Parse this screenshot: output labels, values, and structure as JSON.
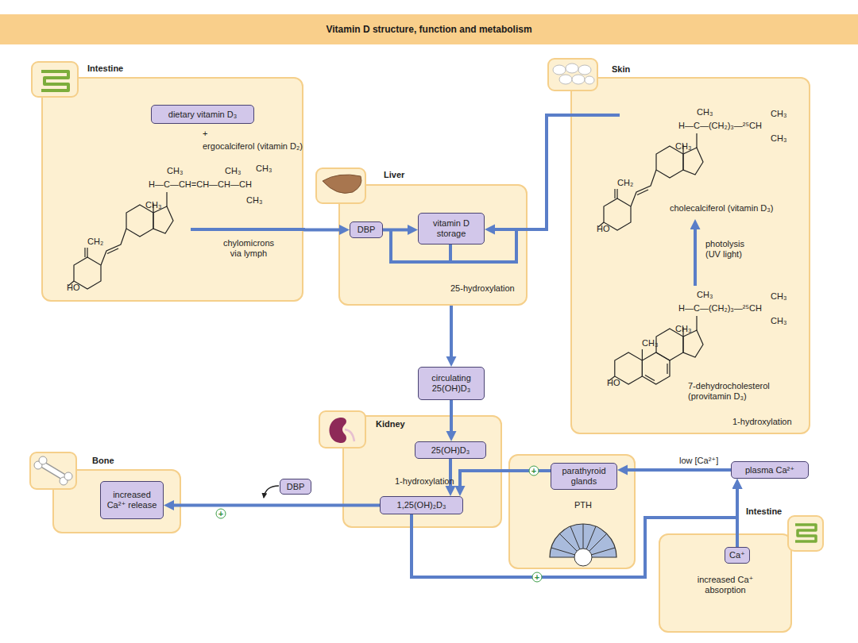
{
  "diagram": {
    "title": "Vitamin D structure, function and metabolism",
    "nodes": [
      {
        "text": [
          "Intestine"
        ]
      },
      {
        "text": [
          "dietary vitamin D₃"
        ],
        "in": 0
      },
      {
        "text": [
          "Liver"
        ]
      },
      {
        "text": [
          "DBP"
        ],
        "in": 2
      },
      {
        "text": [
          "vitamin D storage"
        ],
        "in": 2
      },
      {
        "text": [
          "Skin"
        ]
      },
      {
        "text": [
          "circulating 25(OH)D₃"
        ]
      },
      {
        "text": [
          "Kidney"
        ]
      },
      {
        "text": [
          "25(OH)D₃"
        ],
        "in": 7
      },
      {
        "text": [
          "1,25(OH)₂D₃"
        ],
        "in": 7
      },
      {
        "text": [
          "Bone"
        ]
      },
      {
        "text": [
          "increased Ca²⁺ release"
        ],
        "in": 10
      },
      {
        "text": [
          "DBP"
        ]
      },
      {
        "text": [
          "PTH"
        ]
      },
      {
        "text": [
          "parathyroid glands"
        ],
        "in": 13
      },
      {
        "text": [
          "plasma Ca²⁺"
        ]
      },
      {
        "text": [
          "Intestine",
          "increased Ca⁺ absorption"
        ]
      },
      {
        "text": [
          "Ca⁺"
        ],
        "in": 16
      }
    ],
    "edges": [
      {
        "from": 0,
        "to": 3,
        "arrow": "to",
        "label": "chylomicrons via lymph"
      },
      {
        "from": 3,
        "to": 4,
        "arrow": "to"
      },
      {
        "from": 5,
        "to": 4,
        "arrow": "to"
      },
      {
        "from": 2,
        "to": 6,
        "arrow": "to"
      },
      {
        "from": 6,
        "to": 8,
        "arrow": "to"
      },
      {
        "from": 8,
        "to": 9,
        "arrow": "to"
      },
      {
        "from": 9,
        "to": 11,
        "arrow": "to"
      },
      {
        "from": 14,
        "to": 9,
        "arrow": "to"
      },
      {
        "from": 15,
        "to": 14,
        "arrow": "to",
        "label": "low [Ca²⁺]"
      },
      {
        "from": 17,
        "to": 15,
        "arrow": "to"
      },
      {
        "from": 9,
        "to": 15,
        "arrow": "to"
      }
    ],
    "labels": [
      "+",
      "ergocalciferol (vitamin D₂)",
      "CH₃",
      "H—C—CH=CH—CH—CH",
      "CH₃",
      "CH₃",
      "CH₃",
      "CH₃",
      "CH₂",
      "HO",
      "25-hydroxylation",
      "CH₃",
      "H—C—(CH₂)₃—²⁵CH",
      "CH₃",
      "CH₃",
      "CH₃",
      "CH₂",
      "HO",
      "cholecalciferol (vitamin D₃)",
      "photolysis (UV light)",
      "CH₃",
      "H—C—(CH₂)₃—²⁵CH",
      "CH₃",
      "CH₃",
      "CH₃",
      "CH₃",
      "HO",
      "7-dehydrocholesterol (provitamin D₃)",
      "1-hydroxylation",
      "1-hydroxylation",
      "+",
      "+",
      "+"
    ]
  }
}
